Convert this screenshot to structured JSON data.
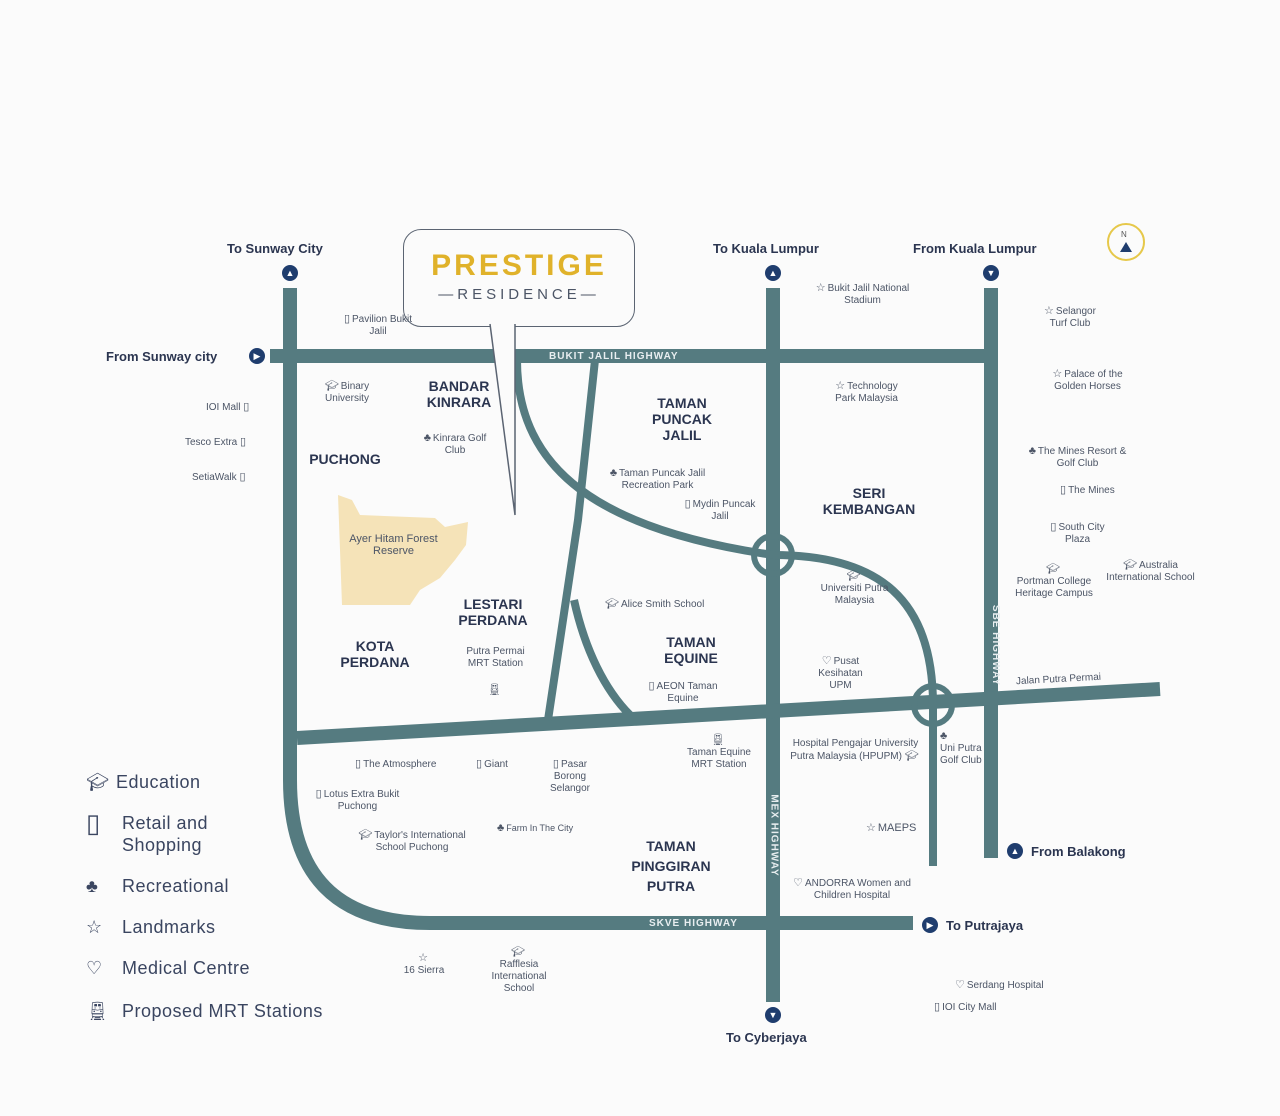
{
  "brand": {
    "name": "PRESTIGE",
    "sub": "—RESIDENCE—"
  },
  "directions": {
    "sunway_to": "To Sunway City",
    "sunway_from": "From Sunway city",
    "kl_to": "To Kuala Lumpur",
    "kl_from": "From Kuala Lumpur",
    "balakong": "From Balakong",
    "putrajaya": "To Putrajaya",
    "cyberjaya": "To Cyberjaya",
    "north": "N"
  },
  "highways": {
    "bukit_jalil": "BUKIT JALIL HIGHWAY",
    "skve": "SKVE HIGHWAY",
    "mex": "MEX HIGHWAY",
    "sbe": "SBE HIGHWAY",
    "putra_permai": "Jalan Putra Permai"
  },
  "areas": {
    "bandar_kinrara": "BANDAR KINRARA",
    "puchong": "PUCHONG",
    "taman_puncak_jalil": "TAMAN PUNCAK JALIL",
    "seri_kembangan": "SERI KEMBANGAN",
    "lestari_perdana": "LESTARI PERDANA",
    "kota_perdana": "KOTA PERDANA",
    "taman_equine": "TAMAN EQUINE",
    "taman_pinggiran_putra": "TAMAN PINGGIRAN PUTRA",
    "ayer_hitam": "Ayer Hitam Forest Reserve"
  },
  "pois": {
    "pavilion": "Pavilion Bukit Jalil",
    "ioi_mall": "IOI Mall",
    "tesco": "Tesco Extra",
    "setiawalk": "SetiaWalk",
    "binary": "Binary University",
    "kinrara_golf": "Kinrara Golf Club",
    "bj_stadium": "Bukit Jalil National Stadium",
    "selangor_turf": "Selangor Turf Club",
    "palace": "Palace of the Golden Horses",
    "tpm": "Technology Park Malaysia",
    "mines_resort": "The Mines Resort & Golf Club",
    "the_mines": "The Mines",
    "south_city": "South City Plaza",
    "portman": "Portman College Heritage Campus",
    "australia": "Australia International School",
    "tpj_park": "Taman Puncak Jalil Recreation Park",
    "mydin": "Mydin Puncak Jalil",
    "upm": "Universiti Putra Malaysia",
    "alice": "Alice Smith School",
    "putra_permai_mrt": "Putra Permai MRT Station",
    "aeon": "AEON Taman Equine",
    "pusat": "Pusat Kesihatan UPM",
    "hpupm": "Hospital Pengajar University Putra Malaysia (HPUPM)",
    "uni_putra_golf": "Uni Putra Golf Club",
    "equine_mrt": "Taman Equine MRT Station",
    "atmosphere": "The Atmosphere",
    "giant": "Giant",
    "pasar": "Pasar Borong Selangor",
    "lotus": "Lotus Extra Bukit Puchong",
    "taylors": "Taylor's International School Puchong",
    "farm": "Farm In The City",
    "maeps": "MAEPS",
    "andorra": "ANDORRA Women and Children Hospital",
    "16sierra": "16 Sierra",
    "rafflesia": "Rafflesia International School",
    "serdang": "Serdang Hospital",
    "ioi_city": "IOI City Mall"
  },
  "legend": [
    {
      "icon": "education-icon",
      "label": "Education"
    },
    {
      "icon": "shopping-bag-icon",
      "label": "Retail and Shopping"
    },
    {
      "icon": "tree-icon",
      "label": "Recreational"
    },
    {
      "icon": "star-icon",
      "label": "Landmarks"
    },
    {
      "icon": "heart-icon",
      "label": "Medical Centre"
    },
    {
      "icon": "train-icon",
      "label": "Proposed MRT Stations"
    }
  ],
  "colors": {
    "road": "#557b80",
    "brand": "#e0b22a",
    "navy": "#1f3d6e",
    "forest": "#f5e3b8"
  }
}
